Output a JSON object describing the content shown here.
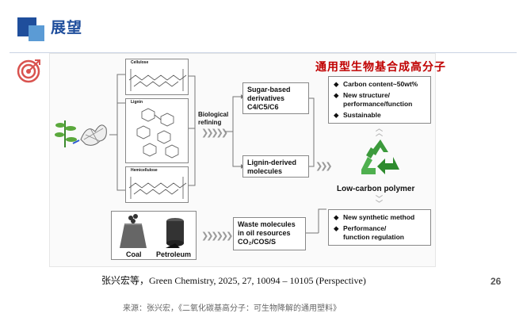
{
  "header": {
    "title": "展望"
  },
  "figure": {
    "red_title": "通用型生物基合成高分子",
    "source_boxes": {
      "cellulose": "Cellulose",
      "lignin": "Lignin",
      "hemicellulose": "Hemicellulose"
    },
    "bio_refining": "Biological\nrefining",
    "sugar_box": "Sugar-based\nderivatives\nC4/C5/C6",
    "lignin_box": "Lignin-derived\nmolecules",
    "waste_box": "Waste molecules\nin oil resources\nCO₂/COS/S",
    "coal_label": "Coal",
    "petroleum_label": "Petroleum",
    "top_bullets": [
      "Carbon content~50wt%",
      "New structure/\nperformance/function",
      "Sustainable"
    ],
    "low_carbon": "Low-carbon polymer",
    "bottom_bullets": [
      "New synthetic method",
      "Performance/\nfunction regulation"
    ]
  },
  "citation": "张兴宏等，Green Chemistry, 2025, 27, 10094 – 10105 (Perspective)",
  "page_number": "26",
  "source": "来源：张兴宏，《二氧化碳基高分子：可生物降解的通用塑料》",
  "colors": {
    "brand_blue": "#1f4e9c",
    "accent_red": "#c00000",
    "recycle_green": "#3c9a3c"
  },
  "icons": [
    "target-icon",
    "plant-icon",
    "recycle-icon",
    "coal-icon",
    "petroleum-barrel-icon"
  ]
}
